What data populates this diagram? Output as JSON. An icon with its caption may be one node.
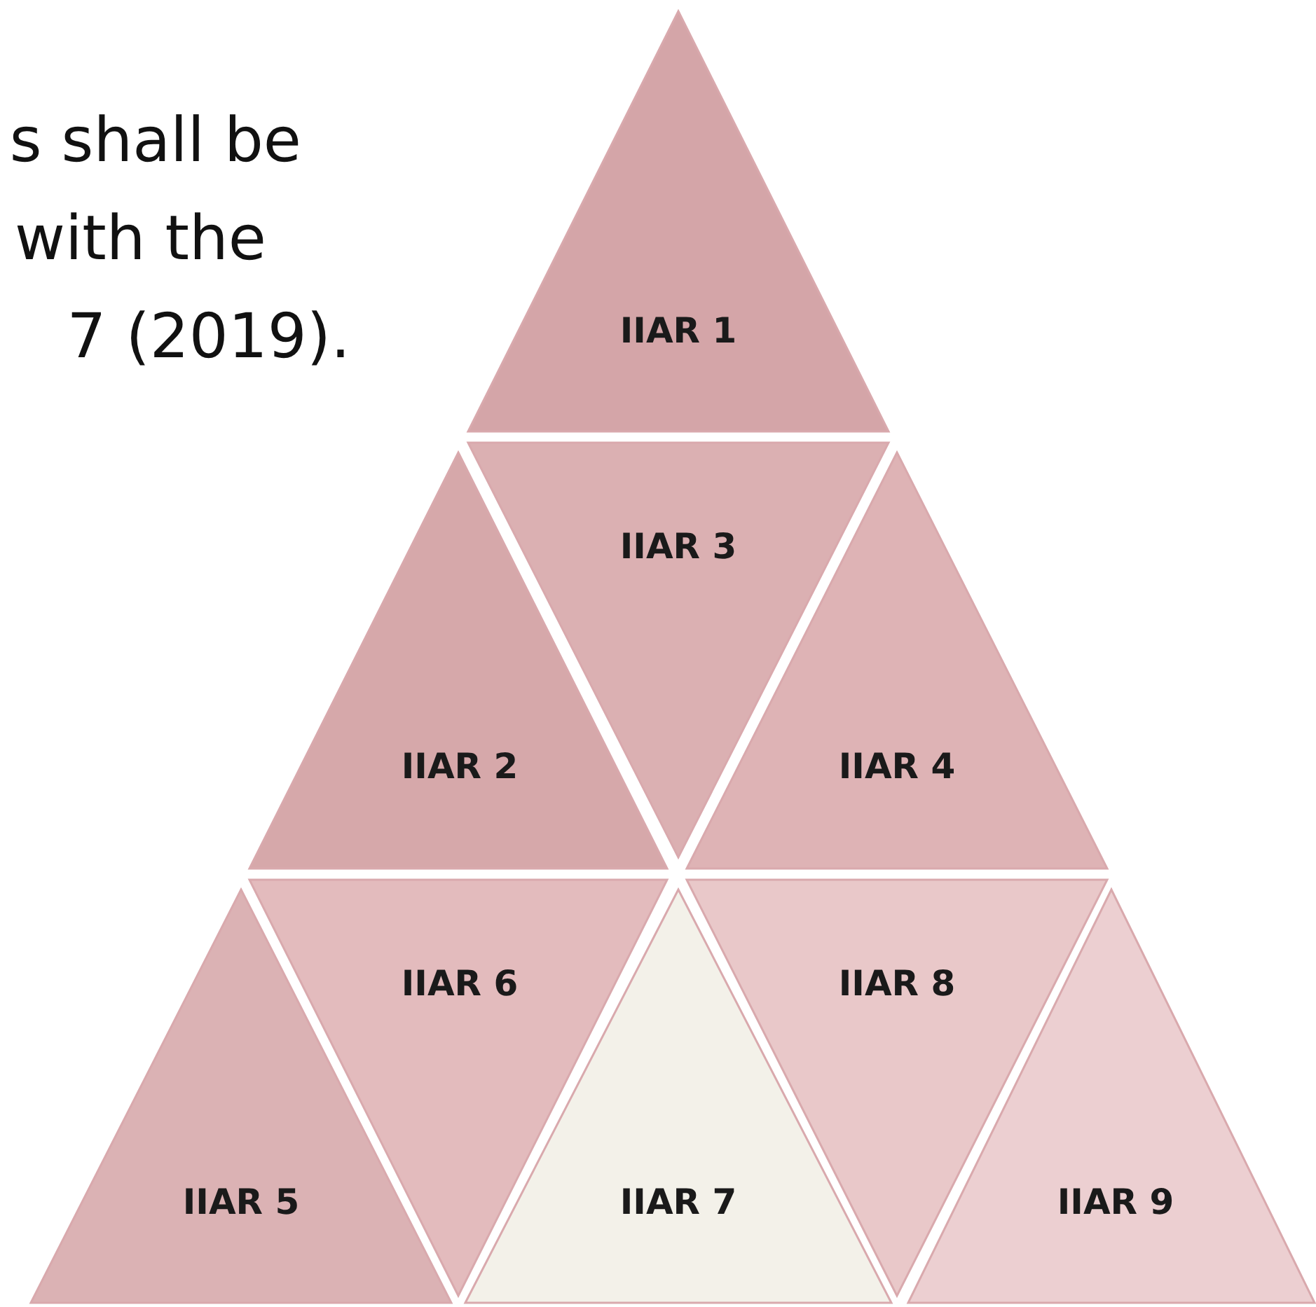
{
  "diagram": {
    "nodes": [
      {
        "text": [
          "IIAR 1"
        ]
      },
      {
        "text": [
          "IIAR 2"
        ]
      },
      {
        "text": [
          "IIAR 3"
        ]
      },
      {
        "text": [
          "IIAR 4"
        ]
      },
      {
        "text": [
          "IIAR 5"
        ]
      },
      {
        "text": [
          "IIAR 6"
        ]
      },
      {
        "text": [
          "IIAR 7"
        ]
      },
      {
        "text": [
          "IIAR 8"
        ]
      },
      {
        "text": [
          "IIAR 9"
        ]
      }
    ],
    "edges": [],
    "labels": [
      "s shall be",
      "with the",
      "7 (2019)."
    ]
  }
}
